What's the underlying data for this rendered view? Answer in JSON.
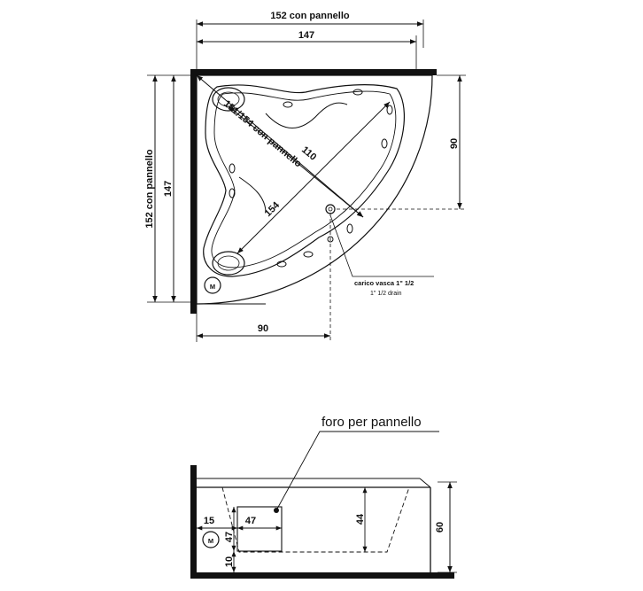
{
  "top_view": {
    "width_with_panel": "152 con pannello",
    "width": "147",
    "height_with_panel": "152 con pannello",
    "height": "147",
    "side_right": "90",
    "side_bottom": "90",
    "diagonal_panel": "151/154 con pannello",
    "diagonal_inner": "110",
    "diagonal_length": "154",
    "motor_label": "M",
    "drain_label_it": "carico vasca 1\" 1/2",
    "drain_label_en": "1\" 1/2  drain"
  },
  "front_view": {
    "callout": "foro per pannello",
    "offset_left": "15",
    "panel_hole_width": "47",
    "panel_hole_height": "47",
    "base_offset": "10",
    "inner_height": "44",
    "total_height": "60",
    "motor_label": "M"
  }
}
